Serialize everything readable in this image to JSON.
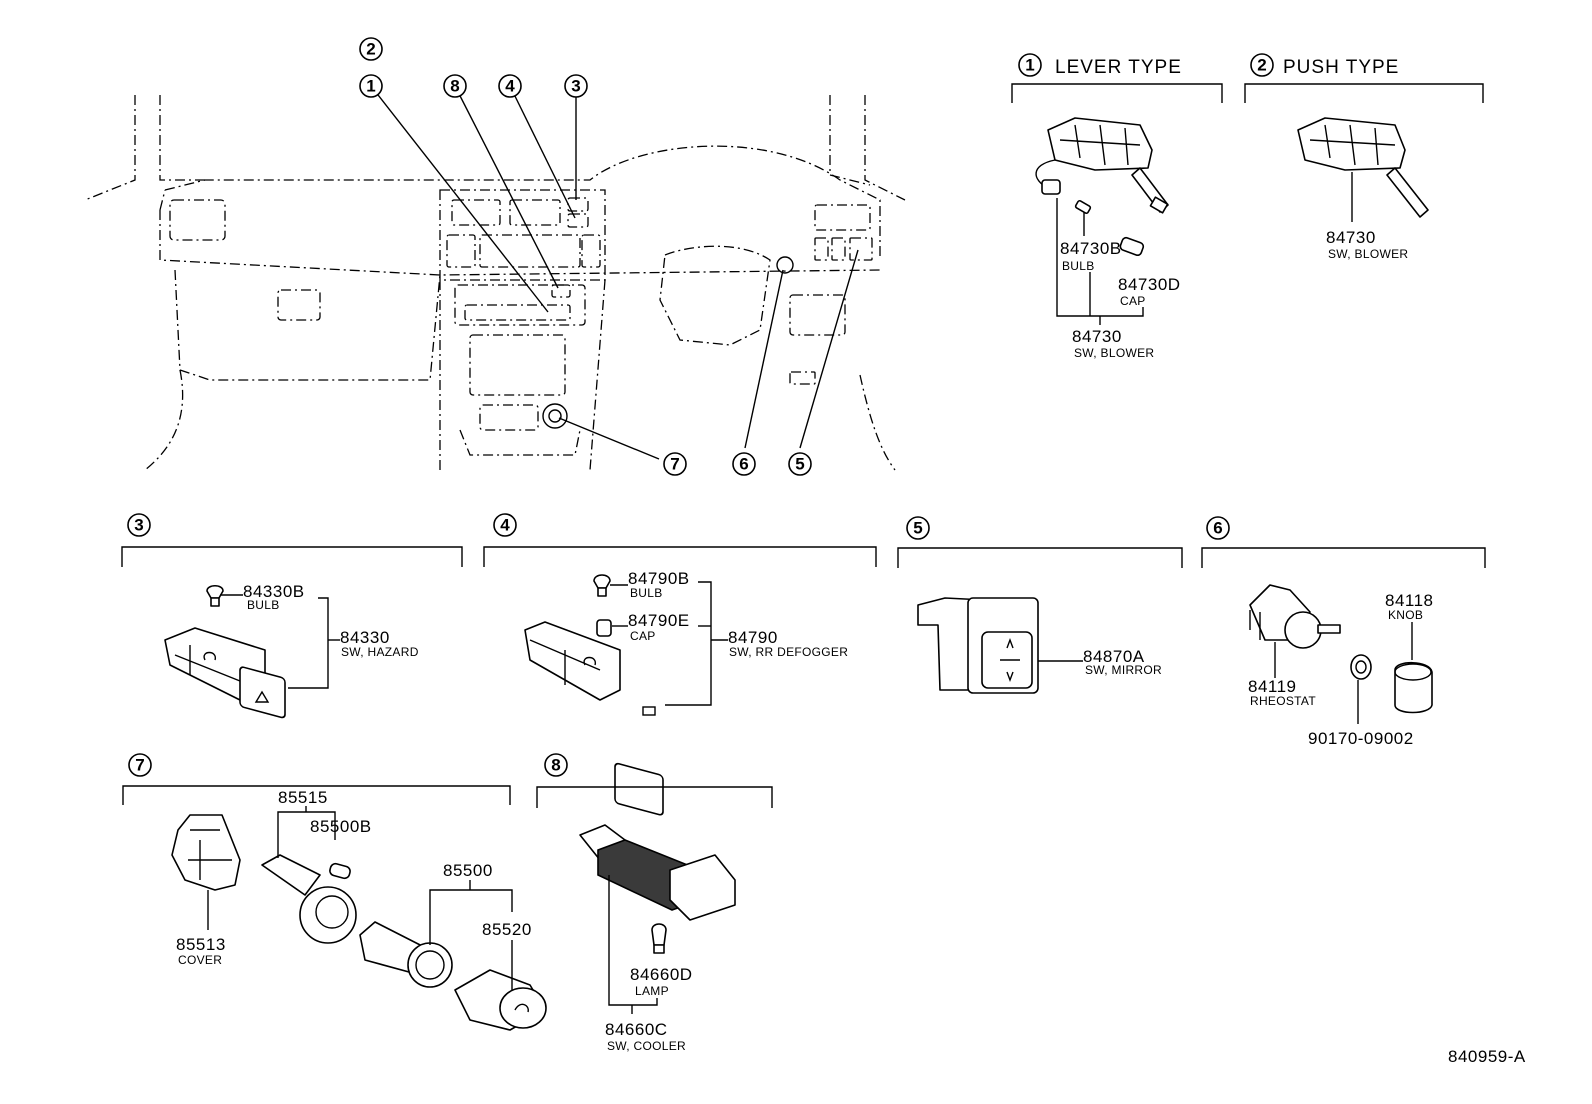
{
  "drawing_id": "840959-A",
  "variants": {
    "lever": {
      "num": "1",
      "label": "LEVER TYPE"
    },
    "push": {
      "num": "2",
      "label": "PUSH TYPE"
    }
  },
  "callouts": [
    "2",
    "1",
    "8",
    "4",
    "3",
    "6",
    "5",
    "7"
  ],
  "sections": {
    "s3": "3",
    "s4": "4",
    "s5": "5",
    "s6": "6",
    "s7": "7",
    "s8": "8"
  },
  "parts": {
    "p84730B": {
      "number": "84730B",
      "desc": "BULB"
    },
    "p84730D": {
      "number": "84730D",
      "desc": "CAP"
    },
    "p84730_lever": {
      "number": "84730",
      "desc": "SW, BLOWER"
    },
    "p84730_push": {
      "number": "84730",
      "desc": "SW, BLOWER"
    },
    "p84330B": {
      "number": "84330B",
      "desc": "BULB"
    },
    "p84330": {
      "number": "84330",
      "desc": "SW, HAZARD"
    },
    "p84790B": {
      "number": "84790B",
      "desc": "BULB"
    },
    "p84790E": {
      "number": "84790E",
      "desc": "CAP"
    },
    "p84790": {
      "number": "84790",
      "desc": "SW, RR DEFOGGER"
    },
    "p84870A": {
      "number": "84870A",
      "desc": "SW, MIRROR"
    },
    "p84118": {
      "number": "84118",
      "desc": "KNOB"
    },
    "p84119": {
      "number": "84119",
      "desc": "RHEOSTAT"
    },
    "p90170": {
      "number": "90170-09002",
      "desc": ""
    },
    "p85515": {
      "number": "85515",
      "desc": ""
    },
    "p85500B": {
      "number": "85500B",
      "desc": ""
    },
    "p85500": {
      "number": "85500",
      "desc": ""
    },
    "p85520": {
      "number": "85520",
      "desc": ""
    },
    "p85513": {
      "number": "85513",
      "desc": "COVER"
    },
    "p84660D": {
      "number": "84660D",
      "desc": "LAMP"
    },
    "p84660C": {
      "number": "84660C",
      "desc": "SW, COOLER"
    }
  },
  "colors": {
    "line": "#000000",
    "background": "#ffffff"
  }
}
